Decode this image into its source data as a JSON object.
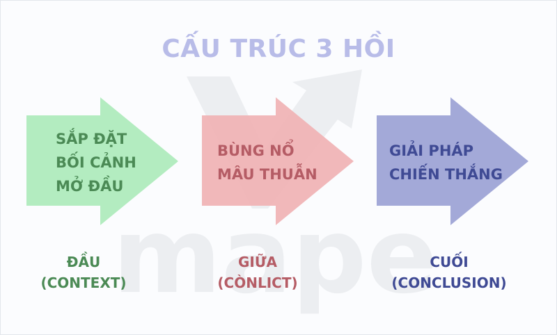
{
  "title": "CẤU TRÚC 3 HỒI",
  "watermark_text": "mape",
  "stages": [
    {
      "arrow_lines": [
        "SẮP ĐẶT",
        "BỐI CẢNH",
        "MỞ ĐẦU"
      ],
      "caption_lines": [
        "ĐẦU",
        "(CONTEXT)"
      ],
      "fill_color": "#b3ecc0",
      "text_color": "#4b8a55"
    },
    {
      "arrow_lines": [
        "BÙNG NỔ",
        "MÂU THUẪN"
      ],
      "caption_lines": [
        "GIỮA",
        "(CÒNLICT)"
      ],
      "fill_color": "#f0b2b4",
      "text_color": "#b55c65"
    },
    {
      "arrow_lines": [
        "GIẢI PHÁP",
        "CHIẾN THẮNG"
      ],
      "caption_lines": [
        "CUỐI",
        "(CONCLUSION)"
      ],
      "fill_color": "#a3a9d8",
      "text_color": "#3f4a94"
    }
  ],
  "colors": {
    "title": "#b8bce8",
    "watermark": "#eceef1",
    "background": "#fbfcfe"
  }
}
